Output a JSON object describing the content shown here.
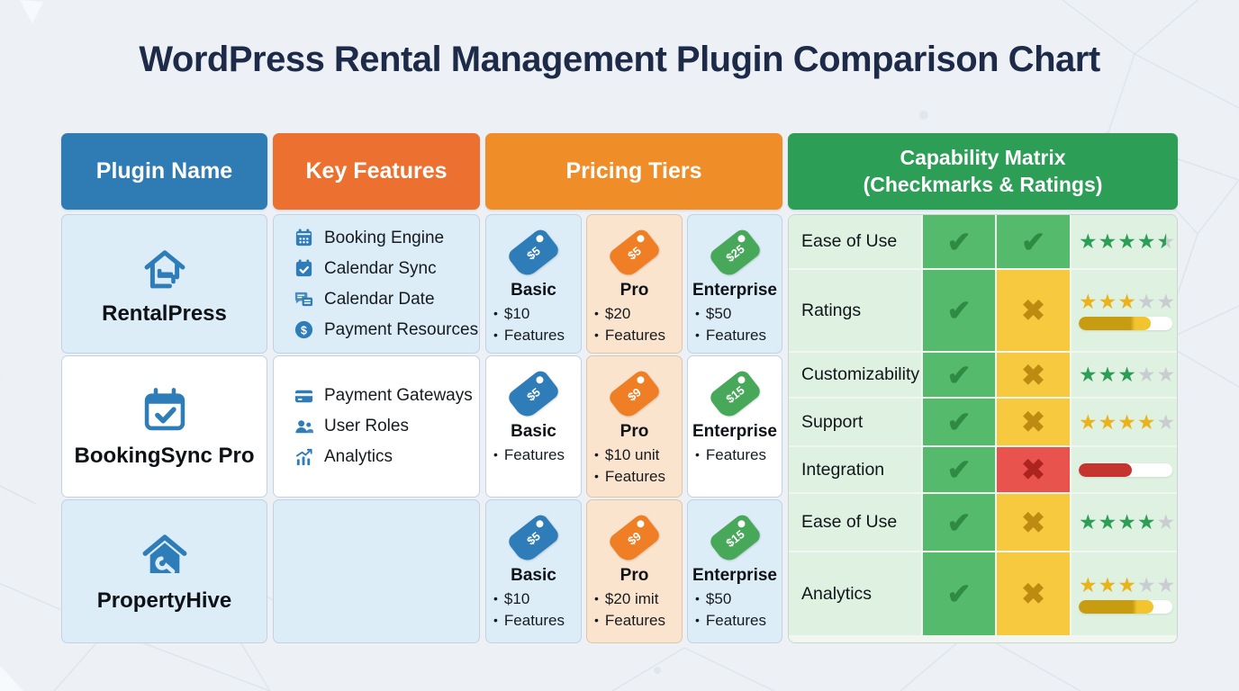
{
  "title": "WordPress Rental Management Plugin Comparison Chart",
  "headers": {
    "plugin": "Plugin Name",
    "features": "Key Features",
    "pricing": "Pricing Tiers",
    "capability_line1": "Capability Matrix",
    "capability_line2": "(Checkmarks & Ratings)"
  },
  "colors": {
    "blue_header": "#2f7cb4",
    "orange_header": "#ec7130",
    "orange_header_light": "#ef8d28",
    "green_header": "#2d9e56",
    "check_green": "#55ba6b",
    "x_yellow": "#f6c93f",
    "x_red": "#e9534d",
    "star_green": "#2d9e55",
    "star_yellow": "#eab31c",
    "star_gray": "#c9ccd0"
  },
  "plugins": [
    {
      "name": "RentalPress",
      "icon": "house-bed",
      "features": [
        {
          "icon": "calendar-grid",
          "label": "Booking Engine"
        },
        {
          "icon": "calendar-check",
          "label": "Calendar Sync"
        },
        {
          "icon": "chat-notes",
          "label": "Calendar Date"
        },
        {
          "icon": "dollar-circle",
          "label": "Payment Resources"
        }
      ],
      "tiers": [
        {
          "name": "Basic",
          "tag": "$5",
          "tag_color": "blue",
          "items": [
            "$10",
            "Features"
          ]
        },
        {
          "name": "Pro",
          "tag": "$5",
          "tag_color": "orange",
          "items": [
            "$20",
            "Features"
          ]
        },
        {
          "name": "Enterprise",
          "tag": "$25",
          "tag_color": "green",
          "items": [
            "$50",
            "Features"
          ]
        }
      ]
    },
    {
      "name": "BookingSync Pro",
      "icon": "calendar-check-big",
      "features": [
        {
          "icon": "credit-card",
          "label": "Payment Gateways"
        },
        {
          "icon": "users",
          "label": "User Roles"
        },
        {
          "icon": "analytics",
          "label": "Analytics"
        }
      ],
      "tiers": [
        {
          "name": "Basic",
          "tag": "$5",
          "tag_color": "blue",
          "items": [
            "Features"
          ]
        },
        {
          "name": "Pro",
          "tag": "$9",
          "tag_color": "orange",
          "items": [
            "$10 unit",
            "Features"
          ]
        },
        {
          "name": "Enterprise",
          "tag": "$15",
          "tag_color": "green",
          "items": [
            "Features"
          ]
        }
      ]
    },
    {
      "name": "PropertyHive",
      "icon": "house-wrench",
      "features": [],
      "tiers": [
        {
          "name": "Basic",
          "tag": "$5",
          "tag_color": "blue",
          "items": [
            "$10",
            "Features"
          ]
        },
        {
          "name": "Pro",
          "tag": "$9",
          "tag_color": "orange",
          "items": [
            "$20 imit",
            "Features"
          ]
        },
        {
          "name": "Enterprise",
          "tag": "$15",
          "tag_color": "green",
          "items": [
            "$50",
            "Features"
          ]
        }
      ]
    }
  ],
  "capability": {
    "rows": [
      {
        "label": "Ease of Use",
        "cells": [
          "check-green",
          "check-green"
        ],
        "rating": {
          "kind": "stars",
          "value": 4.5,
          "color": "green"
        }
      },
      {
        "label": "Ratings",
        "cells": [
          "check-green",
          "x-yellow"
        ],
        "rating": {
          "kind": "stars-bar",
          "stars": 3,
          "color": "yellow",
          "bar_percent": 77,
          "bar_color": "gold"
        }
      },
      {
        "label": "Customizability",
        "cells": [
          "check-green",
          "x-yellow"
        ],
        "rating": {
          "kind": "stars",
          "value": 3,
          "color": "green"
        }
      },
      {
        "label": "Support",
        "cells": [
          "check-green",
          "x-yellow"
        ],
        "rating": {
          "kind": "stars",
          "value": 4,
          "color": "yellow"
        }
      },
      {
        "label": "Integration",
        "cells": [
          "check-green",
          "x-red"
        ],
        "rating": {
          "kind": "bar",
          "bar_percent": 57,
          "bar_color": "red"
        }
      },
      {
        "label": "Ease of Use",
        "cells": [
          "check-green",
          "x-yellow"
        ],
        "rating": {
          "kind": "stars",
          "value": 4,
          "color": "green"
        }
      },
      {
        "label": "Analytics",
        "cells": [
          "check-green",
          "x-yellow"
        ],
        "rating": {
          "kind": "stars-bar",
          "stars": 3,
          "color": "yellow",
          "bar_percent": 80,
          "bar_color": "gold"
        }
      }
    ]
  },
  "chart_data": {
    "type": "table",
    "title": "WordPress Rental Management Plugin Comparison Chart",
    "columns": [
      "Plugin Name",
      "Key Features",
      "Pricing Tiers",
      "Capability Matrix (Checkmarks & Ratings)"
    ],
    "rows": [
      [
        "RentalPress",
        "Booking Engine; Calendar Sync; Calendar Date; Payment Resources",
        "Basic $5 ($10, Features) | Pro $5 ($20, Features) | Enterprise $25 ($50, Features)",
        "Ease of Use: check, check, 4.5 stars | Ratings: check, x, 3 stars + 77% bar"
      ],
      [
        "BookingSync Pro",
        "Payment Gateways; User Roles; Analytics",
        "Basic $5 (Features) | Pro $9 ($10 unit, Features) | Enterprise $15 (Features)",
        "Customizability: check, x, 3 stars | Support: check, x, 4 stars | Integration: check, x, 57% bar"
      ],
      [
        "PropertyHive",
        "",
        "Basic $5 ($10, Features) | Pro $9 ($20 imit, Features) | Enterprise $15 ($50, Features)",
        "Ease of Use: check, x, 4 stars | Analytics: check, x, 3 stars + 80% bar"
      ]
    ]
  }
}
